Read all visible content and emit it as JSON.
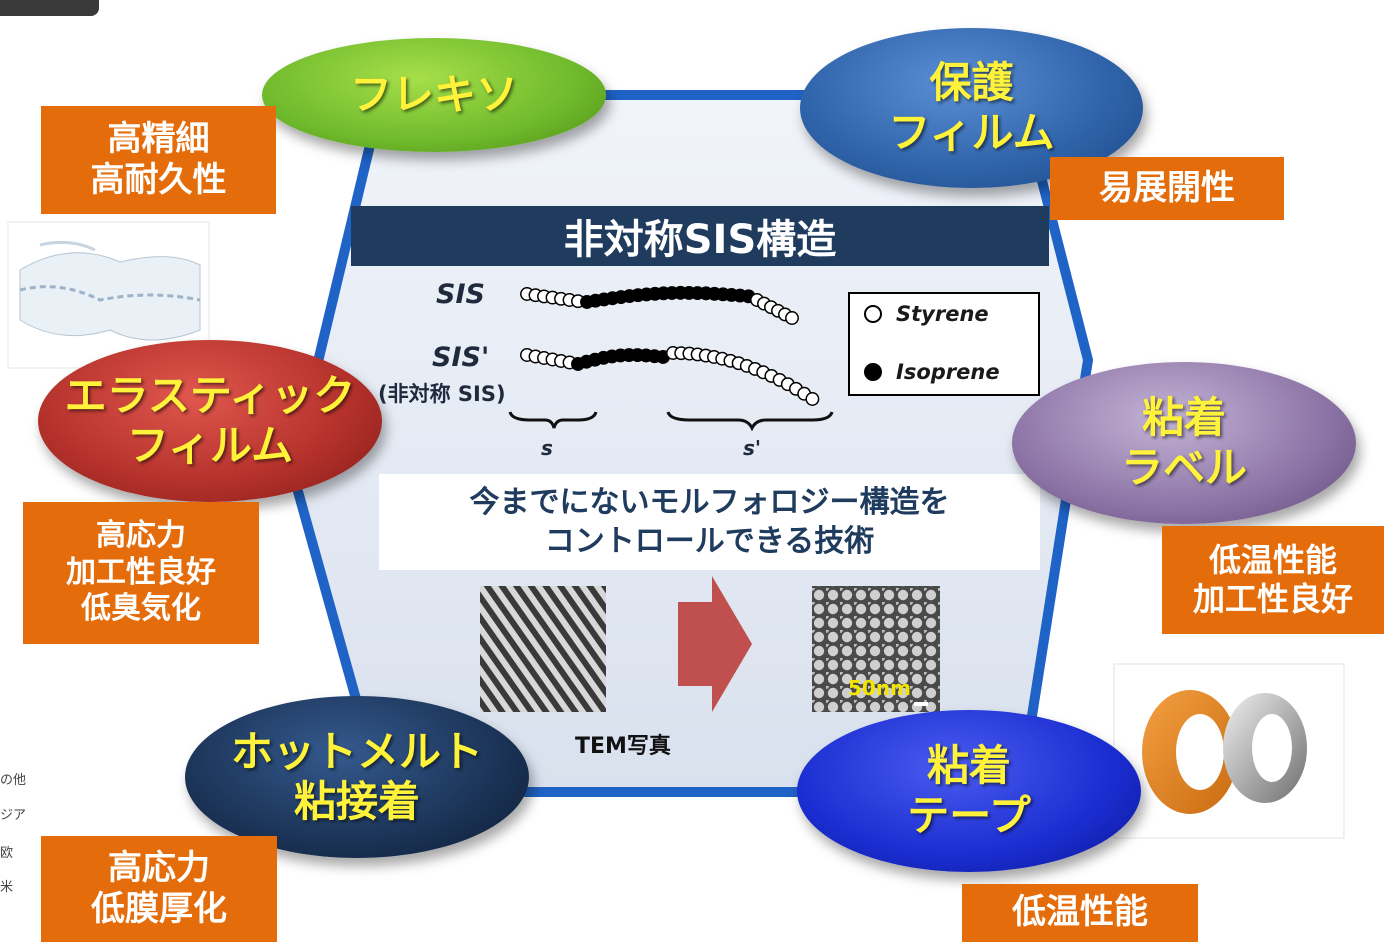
{
  "title": "非対称SIS構造",
  "chains": {
    "sis_label": "SIS",
    "sis_prime_label": "SIS'",
    "sis_prime_sub": "(非対称 SIS)",
    "s_label": "s",
    "s_prime_label": "s'"
  },
  "legend": {
    "styrene": "Styrene",
    "isoprene": "Isoprene"
  },
  "morphology_text": [
    "今までにないモルフォロジー構造を",
    "コントロールできる技術"
  ],
  "tem_label": "TEM写真",
  "scale_label": "50nm",
  "applications": [
    {
      "key": "flexo",
      "lines": [
        "フレキソ"
      ],
      "color": "#6fba2c",
      "feature": [
        "高精細",
        "高耐久性"
      ]
    },
    {
      "key": "protective-film",
      "lines": [
        "保護",
        "フィルム"
      ],
      "color": "#2e62a8",
      "feature": [
        "易展開性"
      ]
    },
    {
      "key": "elastic-film",
      "lines": [
        "エラスティック",
        "フィルム"
      ],
      "color": "#b3302a",
      "feature": [
        "高応力",
        "加工性良好",
        "低臭気化"
      ]
    },
    {
      "key": "adhesive-label",
      "lines": [
        "粘着",
        "ラベル"
      ],
      "color": "#8c74a6",
      "feature": [
        "低温性能",
        "加工性良好"
      ]
    },
    {
      "key": "hotmelt",
      "lines": [
        "ホットメルト",
        "粘接着"
      ],
      "color": "#1b3356",
      "feature": [
        "高応力",
        "低膜厚化"
      ]
    },
    {
      "key": "adhesive-tape",
      "lines": [
        "粘着",
        "テープ"
      ],
      "color": "#1a2dd0",
      "feature": [
        "低温性能"
      ]
    }
  ],
  "side_texts": [
    "の他",
    "ジア",
    "欧",
    "米"
  ],
  "icons": {
    "diaper": "diaper-image-icon",
    "tape": "tape-rolls-image-icon"
  }
}
